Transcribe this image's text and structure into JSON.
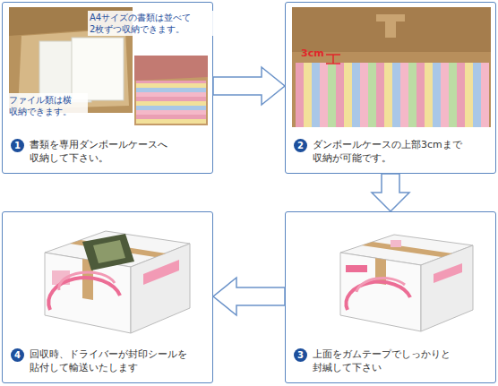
{
  "diagram": {
    "nodes": [
      {
        "text": [
          "1",
          "書類を専用ダンボールケースへ 収納して下さい。"
        ]
      },
      {
        "text": [
          "2",
          "ダンボールケースの上部3cmまで 収納が可能です。"
        ]
      },
      {
        "text": [
          "3",
          "上面をガムテープでしっかりと 封緘して下さい"
        ]
      },
      {
        "text": [
          "4",
          "回収時、ドライバーが封印シールを 貼付して輸送いたします"
        ]
      }
    ],
    "edges": [
      {
        "from": 0,
        "to": 1,
        "arrow": "to"
      },
      {
        "from": 1,
        "to": 2,
        "arrow": "to"
      },
      {
        "from": 2,
        "to": 3,
        "arrow": "to"
      }
    ],
    "labels": [
      "A4サイズの書類は並べて 2枚ずつ収納できます。",
      "ファイル類は横 収納できます。",
      "3cm"
    ]
  }
}
